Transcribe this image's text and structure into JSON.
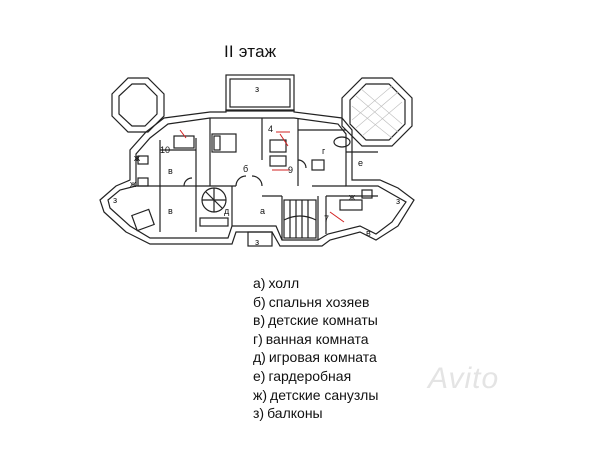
{
  "title": "II этаж",
  "plan_labels": {
    "balcony_top": "з",
    "balcony_left": "з",
    "balcony_right": "з",
    "balcony_bottom": "з",
    "hall": "а",
    "master_bedroom": "б",
    "kids_room_left_top": "в",
    "kids_room_left_bottom": "в",
    "kids_room_right": "в",
    "bathroom": "г",
    "playroom": "д",
    "wardrobe": "е",
    "kids_wc_left_top": "ж",
    "kids_wc_left_bottom": "ж",
    "kids_wc_right": "ж",
    "num_10": "10",
    "num_4": "4",
    "num_9": "9",
    "num_7": "7"
  },
  "legend": [
    {
      "key": "а)",
      "text": "холл"
    },
    {
      "key": "б)",
      "text": "спальня хозяев"
    },
    {
      "key": "в)",
      "text": "детские комнаты"
    },
    {
      "key": "г)",
      "text": "ванная комната"
    },
    {
      "key": "д)",
      "text": "игровая комната"
    },
    {
      "key": "е)",
      "text": "гардеробная"
    },
    {
      "key": "ж)",
      "text": "детские санузлы"
    },
    {
      "key": "з)",
      "text": "балконы"
    }
  ],
  "watermark": "Avito",
  "colors": {
    "line": "#222222",
    "accent": "#d22020",
    "glass": "#bbbbbb"
  }
}
